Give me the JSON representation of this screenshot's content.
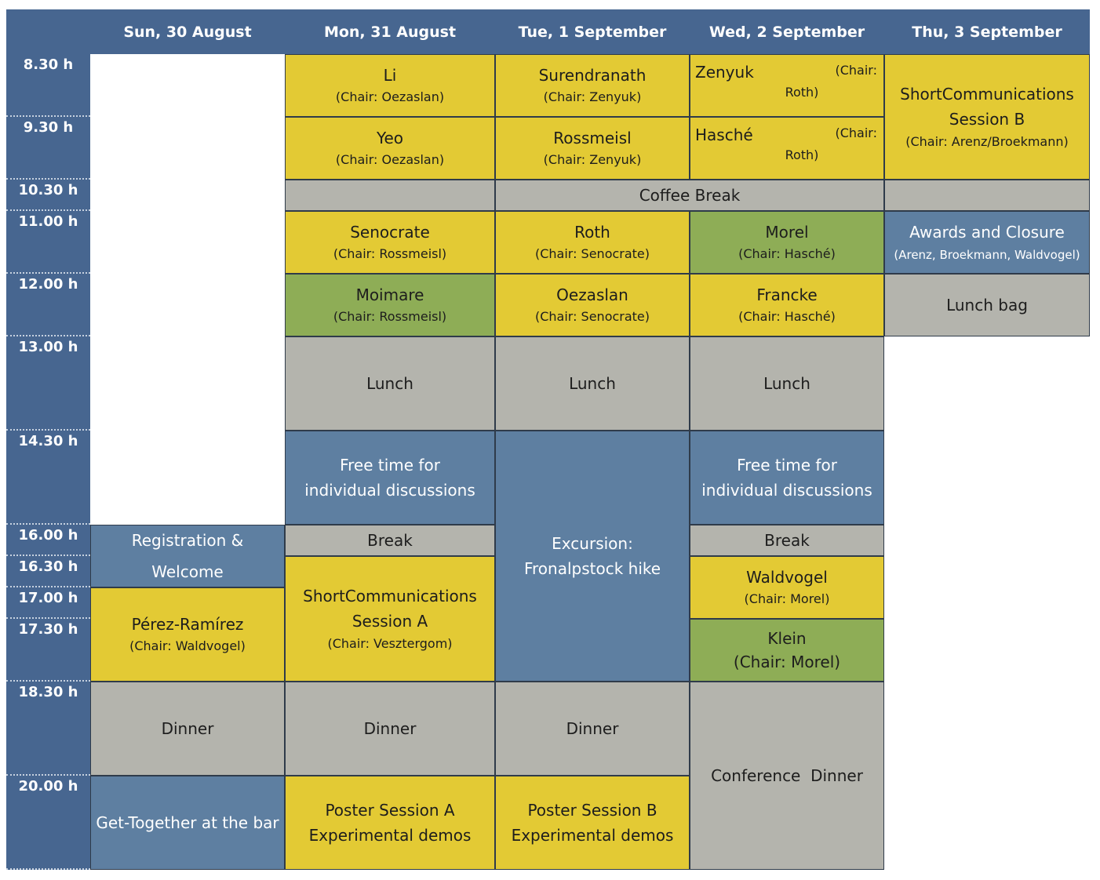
{
  "header": {
    "days": [
      "Sun, 30  August",
      "Mon, 31 August",
      "Tue, 1 September",
      "Wed, 2  September",
      "Thu, 3  September"
    ]
  },
  "times": [
    "8.30 h",
    "9.30 h",
    "10.30 h",
    "11.00 h",
    "12.00 h",
    "13.00 h",
    "14.30 h",
    "16.00 h",
    "16.30 h",
    "17.00 h",
    "17.30 h",
    "18.30 h",
    "20.00 h"
  ],
  "colors": {
    "header": "#476690",
    "talk": "#e3ca34",
    "highlight": "#8ead56",
    "meal": "#b4b4ad",
    "free": "#5e7fa1"
  },
  "sessions": {
    "mon_1": {
      "title": "Li",
      "chair": "(Chair: Oezaslan)"
    },
    "mon_2": {
      "title": "Yeo",
      "chair": "(Chair: Oezaslan)"
    },
    "mon_3": {
      "title": "Senocrate",
      "chair": "(Chair: Rossmeisl)"
    },
    "mon_4": {
      "title": "Moimare",
      "chair": "(Chair: Rossmeisl)"
    },
    "mon_lunch": {
      "title": "Lunch"
    },
    "mon_free": {
      "line1": "Free time for",
      "line2": "individual discussions"
    },
    "mon_break": {
      "title": "Break"
    },
    "mon_sc": {
      "line1": "ShortCommunications",
      "line2": "Session A",
      "chair": "(Chair: Vesztergom)"
    },
    "mon_dinner": {
      "title": "Dinner"
    },
    "mon_poster": {
      "line1": "Poster Session A",
      "line2": "Experimental demos"
    },
    "tue_1": {
      "title": "Surendranath",
      "chair": "(Chair: Zenyuk)"
    },
    "tue_2": {
      "title": "Rossmeisl",
      "chair": "(Chair: Zenyuk)"
    },
    "coffee": {
      "title": "Coffee Break"
    },
    "tue_3": {
      "title": "Roth",
      "chair": "(Chair: Senocrate)"
    },
    "tue_4": {
      "title": "Oezaslan",
      "chair": "(Chair: Senocrate)"
    },
    "tue_lunch": {
      "title": "Lunch"
    },
    "tue_excursion": {
      "line1": "Excursion:",
      "line2": "Fronalpstock hike"
    },
    "tue_dinner": {
      "title": "Dinner"
    },
    "tue_poster": {
      "line1": "Poster Session B",
      "line2": "Experimental demos"
    },
    "wed_1": {
      "name": "Zenyuk",
      "chair_a": "(Chair:",
      "chair_b": "Roth)"
    },
    "wed_2": {
      "name": "Hasché",
      "chair_a": "(Chair:",
      "chair_b": "Roth)"
    },
    "wed_3": {
      "title": "Morel",
      "chair": "(Chair: Hasché)"
    },
    "wed_4": {
      "title": "Francke",
      "chair": "(Chair: Hasché)"
    },
    "wed_lunch": {
      "title": "Lunch"
    },
    "wed_free": {
      "line1": "Free time for",
      "line2": "individual discussions"
    },
    "wed_break": {
      "title": "Break"
    },
    "wed_5": {
      "title": "Waldvogel",
      "chair": "(Chair: Morel)"
    },
    "wed_6": {
      "title": "Klein",
      "chair": "(Chair: Morel)"
    },
    "wed_dinner": {
      "title": "Conference  Dinner"
    },
    "thu_sc": {
      "line1": "ShortCommunications",
      "line2": "Session B",
      "chair": "(Chair: Arenz/Broekmann)"
    },
    "thu_awards": {
      "title": "Awards and Closure",
      "sub": "(Arenz, Broekmann, Waldvogel)"
    },
    "thu_lunch": {
      "title": "Lunch bag"
    },
    "sun_reg": {
      "line1": "Registration &",
      "line2": "Welcome"
    },
    "sun_talk": {
      "title": "Pérez-Ramírez",
      "chair": "(Chair: Waldvogel)"
    },
    "sun_dinner": {
      "title": "Dinner"
    },
    "sun_bar": {
      "title": "Get-Together at the bar"
    }
  }
}
